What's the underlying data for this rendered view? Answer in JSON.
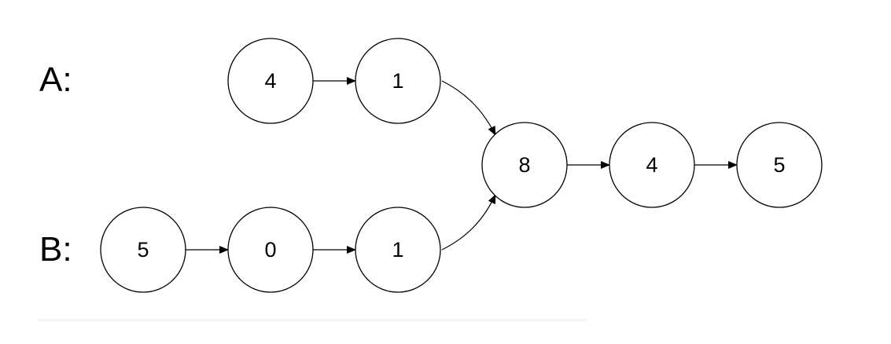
{
  "lists": {
    "a": {
      "label": "A:"
    },
    "b": {
      "label": "B:"
    }
  },
  "nodes": [
    {
      "id": "a1",
      "value": "4",
      "list": "A"
    },
    {
      "id": "a2",
      "value": "1",
      "list": "A"
    },
    {
      "id": "b1",
      "value": "5",
      "list": "B"
    },
    {
      "id": "b2",
      "value": "0",
      "list": "B"
    },
    {
      "id": "b3",
      "value": "1",
      "list": "B"
    },
    {
      "id": "c1",
      "value": "8",
      "list": "shared"
    },
    {
      "id": "c2",
      "value": "4",
      "list": "shared"
    },
    {
      "id": "c3",
      "value": "5",
      "list": "shared"
    }
  ],
  "edges": [
    {
      "from": "a1",
      "to": "a2"
    },
    {
      "from": "a2",
      "to": "c1"
    },
    {
      "from": "b1",
      "to": "b2"
    },
    {
      "from": "b2",
      "to": "b3"
    },
    {
      "from": "b3",
      "to": "c1"
    },
    {
      "from": "c1",
      "to": "c2"
    },
    {
      "from": "c2",
      "to": "c3"
    }
  ],
  "colors": {
    "stroke": "#000000",
    "node_fill": "#ffffff",
    "background": "#ffffff"
  }
}
